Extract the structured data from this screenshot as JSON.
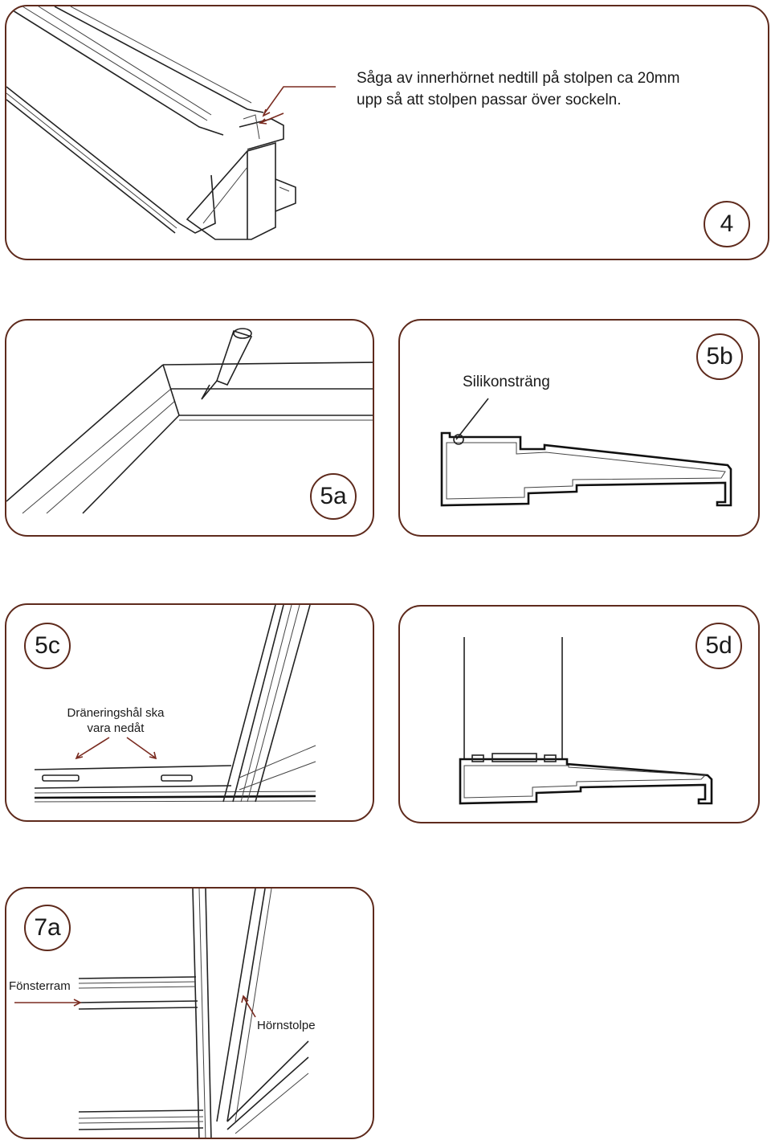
{
  "step4": {
    "badge": "4",
    "caption_line1": "Såga av innerhörnet nedtill på stolpen ca 20mm",
    "caption_line2": "upp så att stolpen passar över sockeln."
  },
  "step5a": {
    "badge": "5a"
  },
  "step5b": {
    "badge": "5b",
    "label": "Silikonsträng"
  },
  "step5c": {
    "badge": "5c",
    "label_line1": "Dräneringshål ska",
    "label_line2": "vara nedåt"
  },
  "step5d": {
    "badge": "5d"
  },
  "step7a": {
    "badge": "7a",
    "label_window": "Fönsterram",
    "label_post": "Hörnstolpe"
  },
  "colors": {
    "border": "#5e2a1c",
    "arrow": "#7a2b20",
    "line": "#222222"
  }
}
